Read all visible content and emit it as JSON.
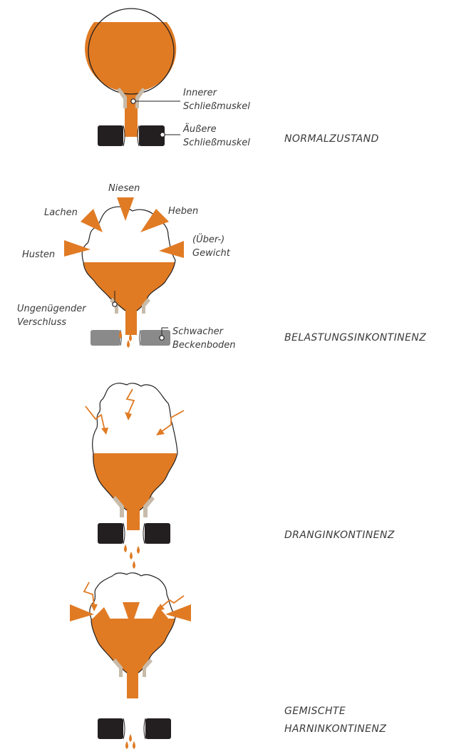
{
  "colors": {
    "urine": "#E07B24",
    "sphincter_inner": "#C8BBAA",
    "muscle_dark": "#231F20",
    "muscle_weak": "#8A8A8A",
    "outline": "#231F20",
    "text": "#3A3A3A"
  },
  "panels": [
    {
      "caption": [
        "NORMALZUSTAND"
      ],
      "labels": {
        "inner_sphincter": [
          "Innerer",
          "Schließmuskel"
        ],
        "outer_sphincter": [
          "Äußere",
          "Schließmuskel"
        ]
      }
    },
    {
      "caption": [
        "BELASTUNGSINKONTINENZ"
      ],
      "labels": {
        "sneezing": [
          "Niesen"
        ],
        "laughing": [
          "Lachen"
        ],
        "lifting": [
          "Heben"
        ],
        "coughing": [
          "Husten"
        ],
        "weight": [
          "(Über-)",
          "Gewicht"
        ],
        "insufficient_closure": [
          "Ungenügender",
          "Verschluss"
        ],
        "weak_pelvic_floor": [
          "Schwacher",
          "Beckenboden"
        ]
      }
    },
    {
      "caption": [
        "DRANGINKONTINENZ"
      ],
      "labels": {}
    },
    {
      "caption": [
        "GEMISCHTE",
        "HARNINKONTINENZ"
      ],
      "labels": {}
    }
  ]
}
